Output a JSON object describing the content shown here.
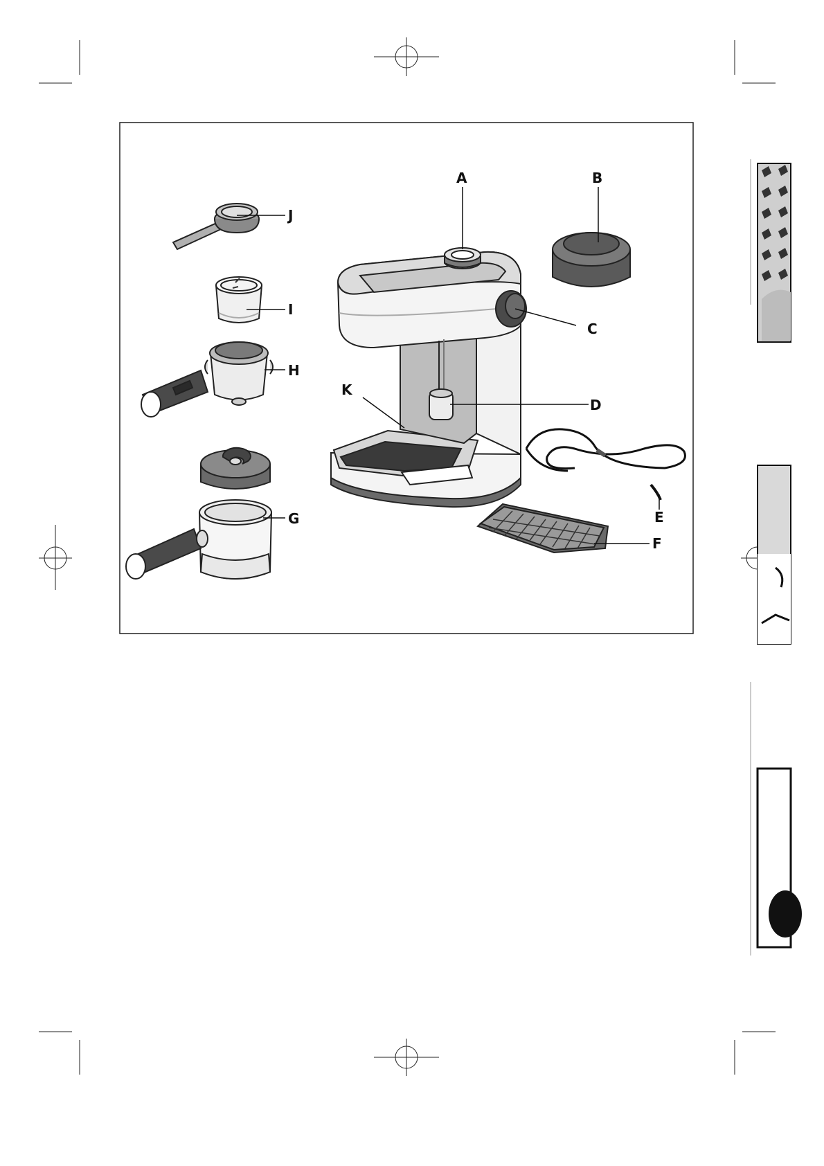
{
  "page": {
    "background": "#ffffff",
    "ink": "#111111"
  },
  "diagram": {
    "callouts": {
      "A": "A",
      "B": "B",
      "C": "C",
      "D": "D",
      "E": "E",
      "F": "F",
      "G": "G",
      "H": "H",
      "I": "I",
      "J": "J",
      "K": "K"
    }
  },
  "colors": {
    "body_light": "#f2f2f2",
    "body_mid": "#d6d6d6",
    "panel_gray": "#bdbdbd",
    "dark_part": "#555555",
    "very_dark": "#2a2a2a",
    "knob": "#4a4a4a"
  }
}
